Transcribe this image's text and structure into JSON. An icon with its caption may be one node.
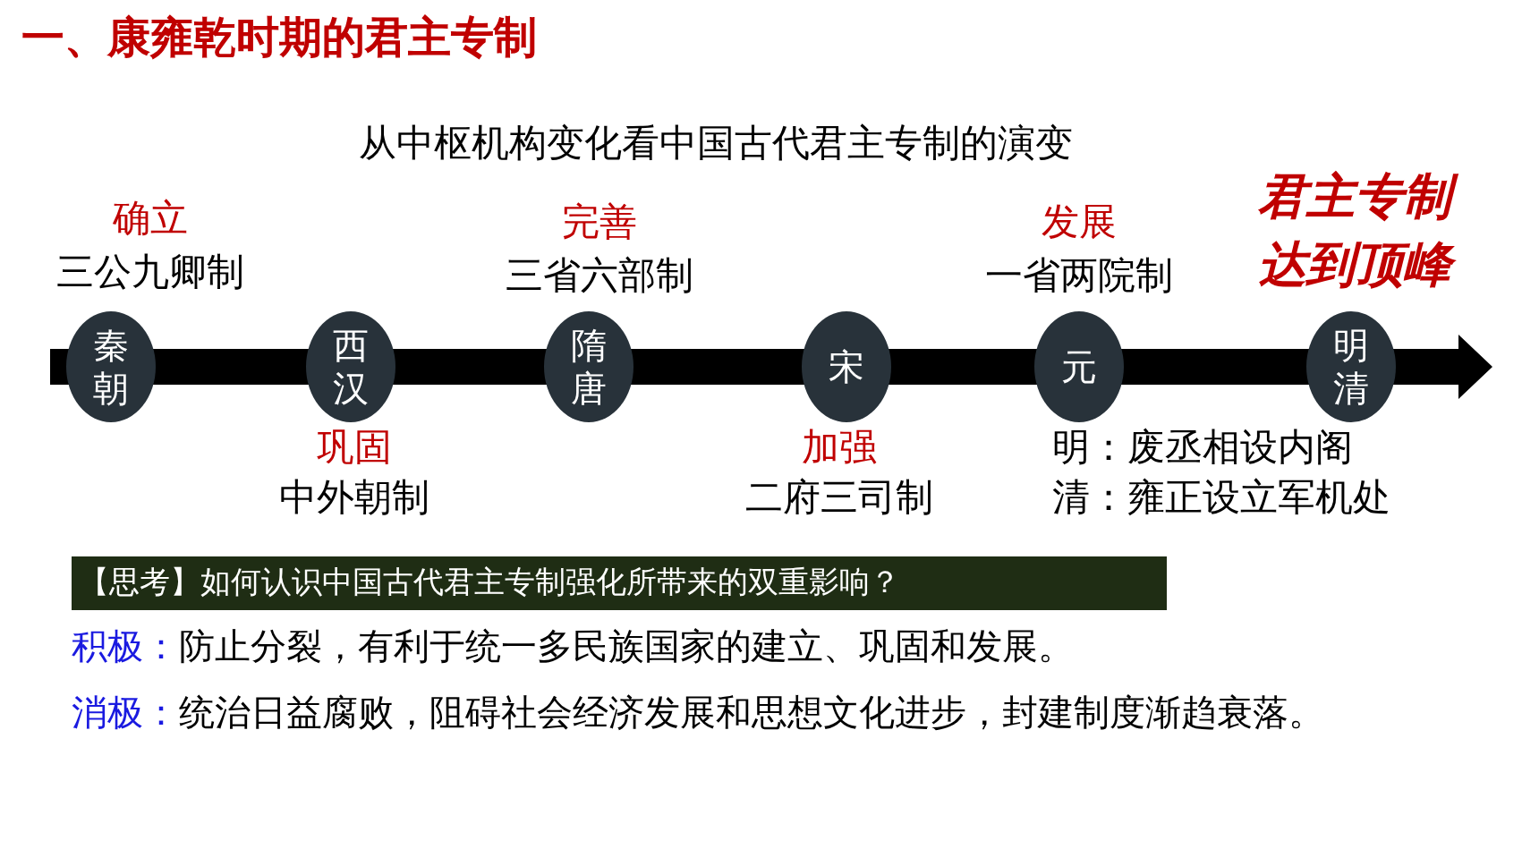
{
  "diagram": {
    "title": "一、康雍乾时期的君主专制",
    "nodes": [
      {
        "text": [
          "秦朝"
        ],
        "beside": [
          "确立",
          "三公九卿制"
        ]
      },
      {
        "text": [
          "西汉"
        ],
        "beside": [
          "巩固",
          "中外朝制"
        ]
      },
      {
        "text": [
          "隋唐"
        ],
        "beside": [
          "完善",
          "三省六部制"
        ]
      },
      {
        "text": [
          "宋"
        ],
        "beside": [
          "加强",
          "二府三司制"
        ]
      },
      {
        "text": [
          "元"
        ],
        "beside": [
          "发展",
          "一省两院制"
        ]
      },
      {
        "text": [
          "明清"
        ],
        "beside": [
          "君主专制达到顶峰",
          "明：废丞相设内阁",
          "清：雍正设立军机处"
        ]
      },
      {
        "text": [
          "【思考】如何认识中国古代君主专制强化所带来的双重影响？"
        ]
      }
    ],
    "labels": [
      "从中枢机构变化看中国古代君主专制的演变",
      "积极：",
      "防止分裂，有利于统一多民族国家的建立、巩固和发展。",
      "消极：",
      "统治日益腐败，阻碍社会经济发展和思想文化进步，封建制度渐趋衰落。"
    ]
  }
}
